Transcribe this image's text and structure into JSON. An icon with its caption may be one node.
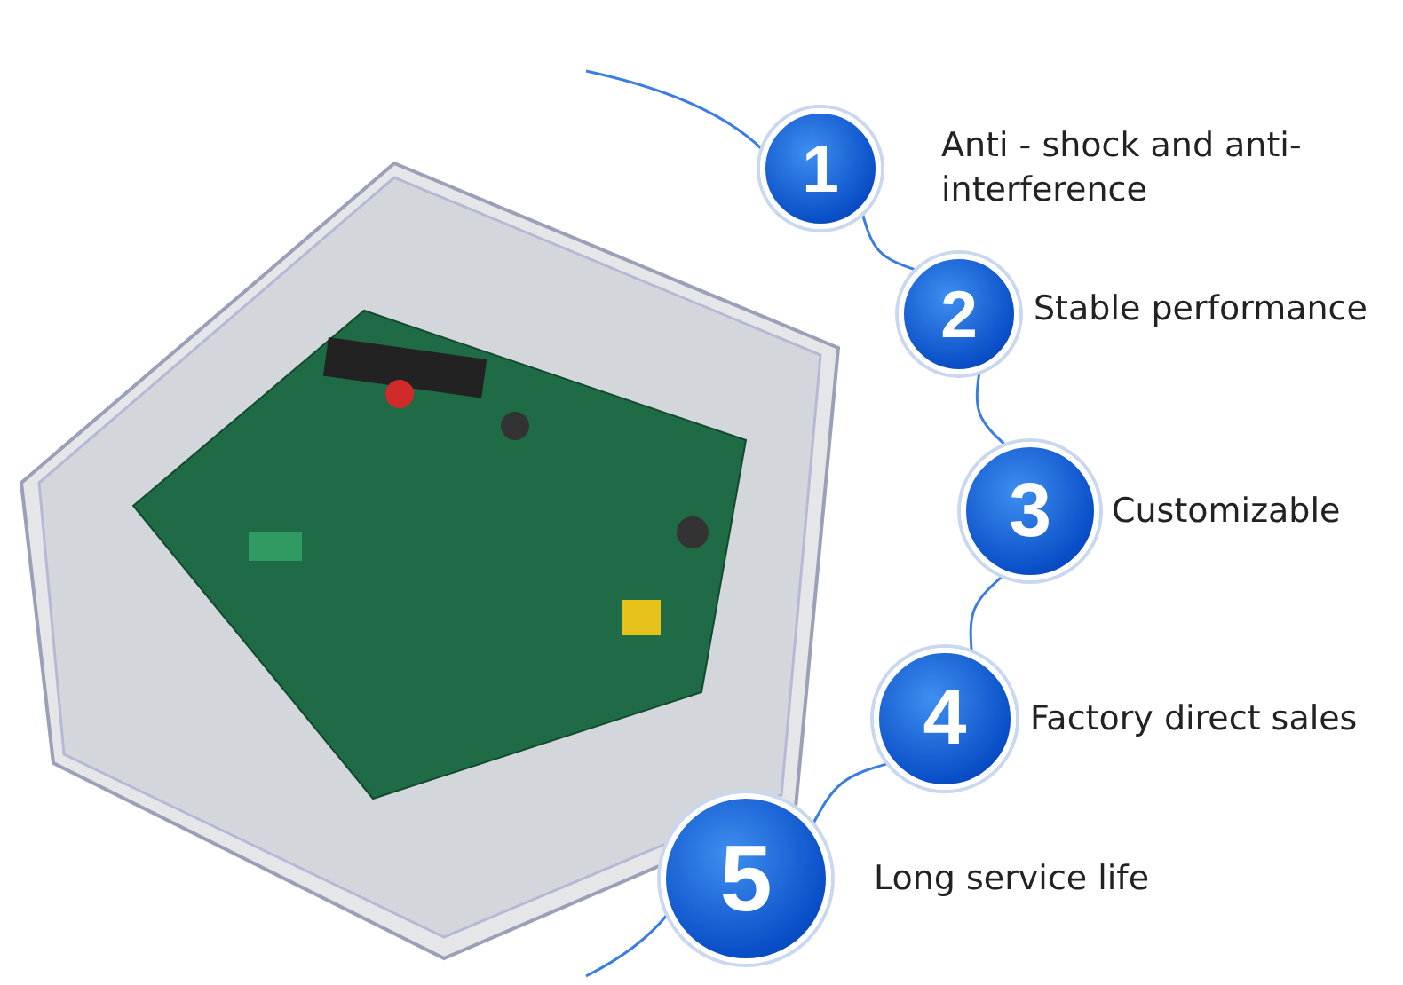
{
  "diagram": {
    "nodes": [
      {
        "text": [
          "1"
        ],
        "beside": [
          "Anti - shock and anti- interference"
        ]
      },
      {
        "text": [
          "2"
        ],
        "beside": [
          "Stable performance"
        ]
      },
      {
        "text": [
          "3"
        ],
        "beside": [
          "Customizable"
        ]
      },
      {
        "text": [
          "4"
        ],
        "beside": [
          "Factory direct sales"
        ]
      },
      {
        "text": [
          "5"
        ],
        "beside": [
          "Long service life"
        ]
      }
    ],
    "edges": [
      {
        "from": 0,
        "to": 1,
        "arrow": "none"
      },
      {
        "from": 1,
        "to": 2,
        "arrow": "none"
      },
      {
        "from": 2,
        "to": 3,
        "arrow": "none"
      },
      {
        "from": 3,
        "to": 4,
        "arrow": "none"
      }
    ]
  }
}
